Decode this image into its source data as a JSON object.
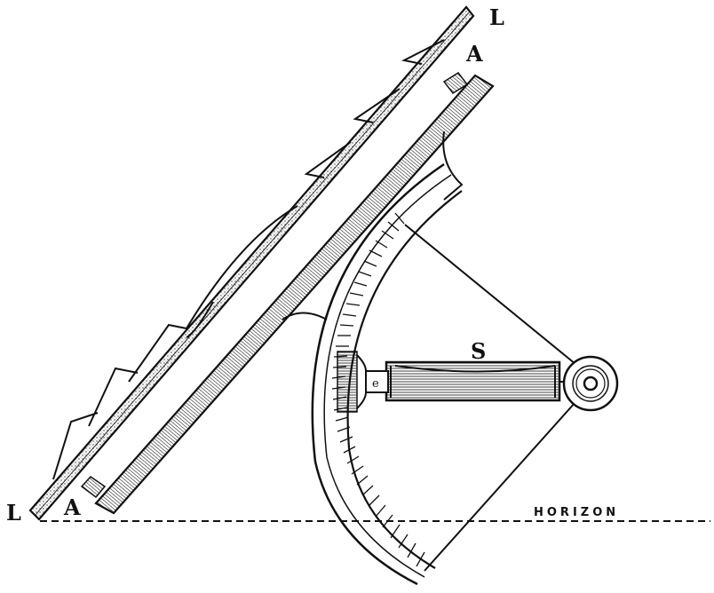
{
  "figure": {
    "type": "engraving",
    "subject": "clinometer / inclined level instrument on a hinged arm",
    "background": "#ffffff",
    "ink_color": "#111111"
  },
  "labels": {
    "l_top": "L",
    "a_top": "A",
    "l_bottom": "L",
    "a_bottom": "A",
    "spirit_level": "S",
    "horizon": "HORIZON"
  },
  "parts": {
    "upper_bar": "L–L straight edge with wedge teeth",
    "lower_bar": "A–A hatched arm",
    "arc_scale": "graduated quadrant arc",
    "level_tube": "spirit level S",
    "pivot": "circular pivot boss",
    "horizon_line": "dashed horizon reference"
  }
}
